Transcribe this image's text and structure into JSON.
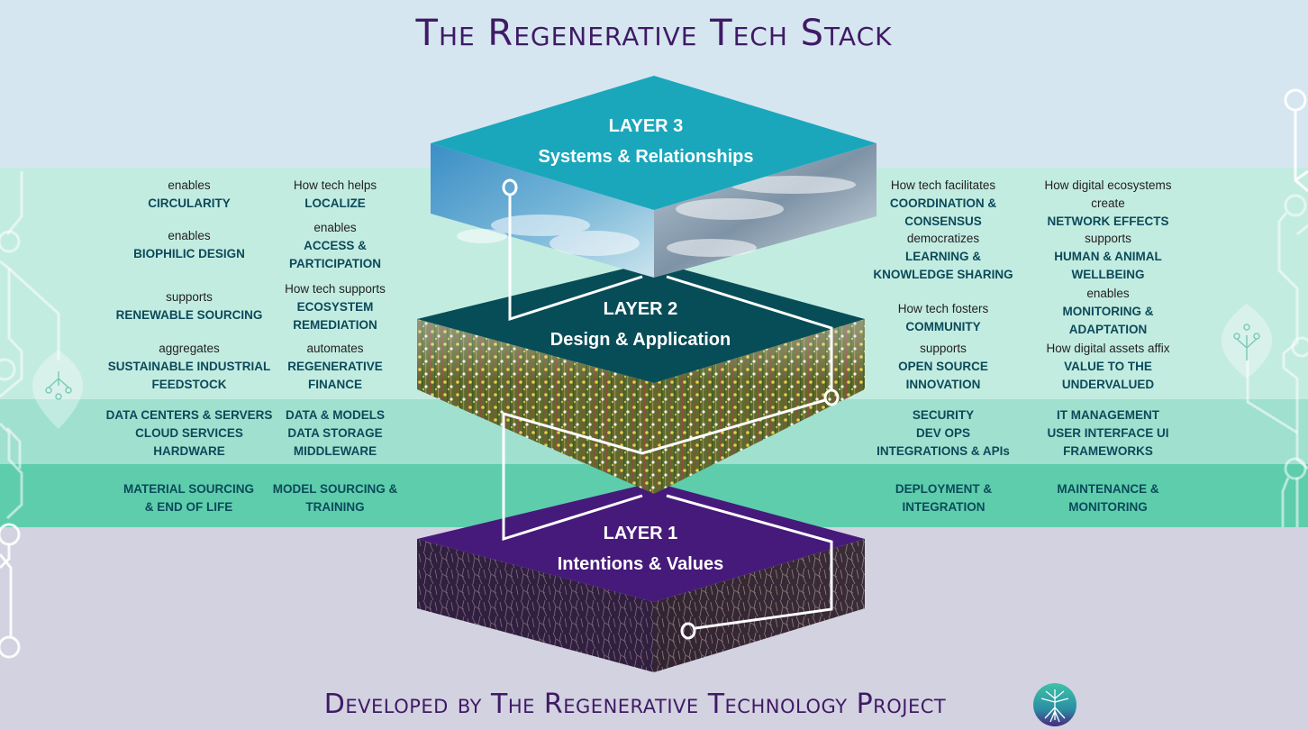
{
  "title": "The Regenerative Tech Stack",
  "footer": "Developed by The Regenerative Technology Project",
  "colors": {
    "sky_band": "#d6e6f0",
    "mint_band": "#c3ece1",
    "mint_band_2": "#a0e0cf",
    "mint_band_3": "#5ecdac",
    "lavender_band": "#d3d2e0",
    "title_purple": "#3f1a66",
    "term_teal": "#0b4a5a",
    "layer3_top": "#1ba7bb",
    "layer2_top": "#074d57",
    "layer1_top": "#461a7a"
  },
  "layers": [
    {
      "number": "LAYER 3",
      "name": "Systems & Relationships",
      "texture": "clouds"
    },
    {
      "number": "LAYER 2",
      "name": "Design & Application",
      "texture": "wildflower-meadow"
    },
    {
      "number": "LAYER 1",
      "name": "Intentions & Values",
      "texture": "roots-soil"
    }
  ],
  "left_columns": {
    "col1": [
      {
        "verb": "enables",
        "term": "CIRCULARITY"
      },
      {
        "verb": "enables",
        "term": "BIOPHILIC DESIGN"
      },
      {
        "verb": "supports",
        "term": "RENEWABLE SOURCING"
      },
      {
        "verb": "aggregates",
        "term": "SUSTAINABLE INDUSTRIAL FEEDSTOCK"
      }
    ],
    "col2": [
      {
        "verb": "How tech helps",
        "term": "LOCALIZE"
      },
      {
        "verb": "enables",
        "term": "ACCESS & PARTICIPATION"
      },
      {
        "verb": "How tech supports",
        "term": "ECOSYSTEM REMEDIATION"
      },
      {
        "verb": "automates",
        "term": "REGENERATIVE FINANCE"
      }
    ]
  },
  "right_columns": {
    "col1": [
      {
        "verb": "How tech facilitates",
        "term": "COORDINATION & CONSENSUS"
      },
      {
        "verb": "democratizes",
        "term": "LEARNING & KNOWLEDGE SHARING"
      },
      {
        "verb": "How tech fosters",
        "term": "COMMUNITY"
      },
      {
        "verb": "supports",
        "term": "OPEN SOURCE INNOVATION"
      }
    ],
    "col2": [
      {
        "verb": "How digital ecosystems create",
        "term": "NETWORK EFFECTS"
      },
      {
        "verb": "supports",
        "term": "HUMAN & ANIMAL WELLBEING"
      },
      {
        "verb": "enables",
        "term": "MONITORING & ADAPTATION"
      },
      {
        "verb": "How digital assets affix",
        "term": "VALUE TO THE UNDERVALUED"
      }
    ]
  },
  "infrastructure_row": {
    "left1": [
      "DATA CENTERS & SERVERS",
      "CLOUD SERVICES",
      "HARDWARE"
    ],
    "left2": [
      "DATA & MODELS",
      "DATA STORAGE",
      "MIDDLEWARE"
    ],
    "right1": [
      "SECURITY",
      "DEV OPS",
      "INTEGRATIONS & APIs"
    ],
    "right2": [
      "IT MANAGEMENT",
      "USER INTERFACE UI",
      "FRAMEWORKS"
    ]
  },
  "lifecycle_row": {
    "left1": "MATERIAL SOURCING & END OF LIFE",
    "left2": "MODEL SOURCING & TRAINING",
    "right1": "DEPLOYMENT & INTEGRATION",
    "right2": "MAINTENANCE & MONITORING"
  },
  "logo": {
    "name": "tree-of-life-logo"
  }
}
